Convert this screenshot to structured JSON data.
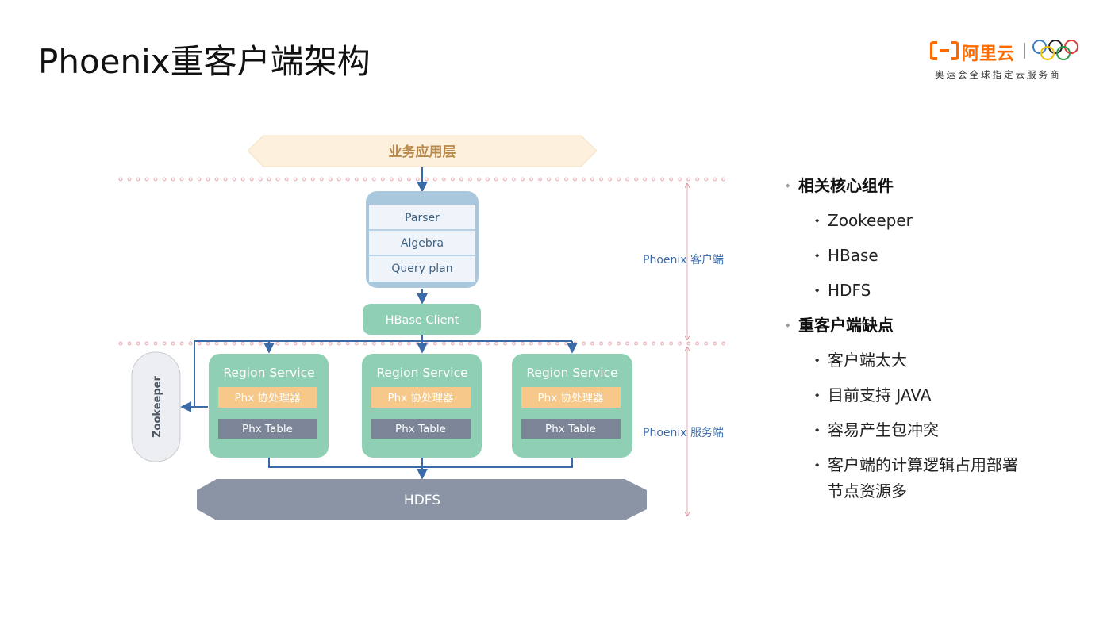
{
  "title": "Phoenix重客户端架构",
  "logo": {
    "brand": "阿里云",
    "tagline": "奥运会全球指定云服务商"
  },
  "diagram": {
    "app_layer": "业务应用层",
    "client_modules": [
      "Parser",
      "Algebra",
      "Query plan"
    ],
    "hbase_client": "HBase Client",
    "zookeeper": "Zookeeper",
    "region_services": [
      {
        "title": "Region Service",
        "coprocessor": "Phx 协处理器",
        "table": "Phx Table"
      },
      {
        "title": "Region Service",
        "coprocessor": "Phx 协处理器",
        "table": "Phx Table"
      },
      {
        "title": "Region Service",
        "coprocessor": "Phx 协处理器",
        "table": "Phx Table"
      }
    ],
    "hdfs": "HDFS",
    "side_labels": {
      "client": "Phoenix 客户端",
      "server": "Phoenix 服务端"
    }
  },
  "bullets": [
    {
      "heading": "相关核心组件",
      "items": [
        "Zookeeper",
        "HBase",
        "HDFS"
      ]
    },
    {
      "heading": "重客户端缺点",
      "items": [
        "客户端太大",
        "目前支持 JAVA",
        "容易产生包冲突",
        "客户端的计算逻辑占用部署节点资源多"
      ]
    }
  ],
  "colors": {
    "green": "#8fcfb4",
    "blue_box": "#a9c8dd",
    "orange": "#f6c98a",
    "slate": "#7c8597",
    "hdfs": "#8b94a5",
    "arrow": "#3b6aa8",
    "dots": "#e27d8b",
    "accent": "#ff6a00"
  }
}
